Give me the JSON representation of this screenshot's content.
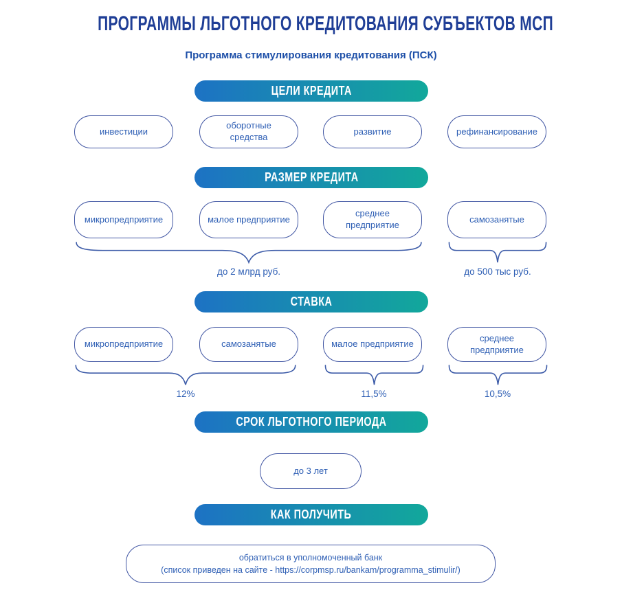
{
  "colors": {
    "gradient_start": "#1d72c4",
    "gradient_end": "#12a89b",
    "box_border": "#4156a3",
    "box_text": "#2d5eb4",
    "title_color": "#1f3e96",
    "subtitle_color": "#1d4fa8",
    "brace_stroke": "#3c5ba8",
    "banner_text": "#ffffff"
  },
  "header": {
    "title": "ПРОГРАММЫ ЛЬГОТНОГО КРЕДИТОВАНИЯ СУБЪЕКТОВ МСП",
    "subtitle": "Программа стимулирования кредитования (ПСК)"
  },
  "sections": {
    "goals": {
      "header": "ЦЕЛИ КРЕДИТА",
      "boxes": [
        "инвестиции",
        "оборотные средства",
        "развитие",
        "рефинансирование"
      ]
    },
    "size": {
      "header": "РАЗМЕР КРЕДИТА",
      "boxes": [
        "микропредприятие",
        "малое предприятие",
        "среднее предприятие",
        "самозанятые"
      ],
      "labels": [
        "до 2 млрд руб.",
        "до 500 тыс руб."
      ]
    },
    "rate": {
      "header": "СТАВКА",
      "boxes": [
        "микропредприятие",
        "самозанятые",
        "малое предприятие",
        "среднее предприятие"
      ],
      "labels": [
        "12%",
        "11,5%",
        "10,5%"
      ]
    },
    "term": {
      "header": "СРОК ЛЬГОТНОГО ПЕРИОДА",
      "boxes": [
        "до 3 лет"
      ]
    },
    "how": {
      "header": "КАК ПОЛУЧИТЬ",
      "box_line1": "обратиться в уполномоченный банк",
      "box_line2": "(список приведен на сайте - https://corpmsp.ru/bankam/programma_stimulir/)"
    }
  }
}
